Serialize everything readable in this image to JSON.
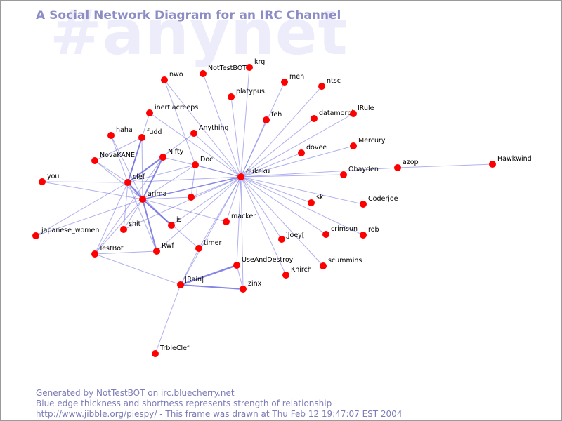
{
  "watermark": "#anynet",
  "title": "A Social Network Diagram for an IRC Channel",
  "footer": {
    "line1": "Generated by NotTestBOT on irc.bluecherry.net",
    "line2": "Blue edge thickness and shortness represents strength of relationship",
    "line3": "http://www.jibble.org/piespy/ - This frame was drawn at Thu Feb 12 19:47:07 EST 2004"
  },
  "colors": {
    "node": "#ff0000",
    "edge": "#7070e0",
    "title": "#8c8cc6",
    "watermark": "#ececfb"
  },
  "nodes": [
    "nwo",
    "NotTestBOT",
    "krg",
    "meh",
    "ntsc",
    "platypus",
    "inertiacreeps",
    "feh",
    "datamorph",
    "IRule",
    "haha",
    "fudd",
    "Anything",
    "Mercury",
    "dovee",
    "NovaKANE",
    "Nifty",
    "Doc",
    "Hawkwind",
    "azop",
    "dukeku",
    "Ohayden",
    "you",
    "clef",
    "i",
    "arima",
    "sk",
    "Coderjoe",
    "macker",
    "shit",
    "is",
    "crimsun",
    "rob",
    "japanese_women",
    "]Joey[",
    "timer",
    "TestBot",
    "Rwf",
    "UseAndDestroy",
    "scummins",
    "Knirch",
    "|Rain|",
    "zinx",
    "TrbleClef"
  ],
  "edges": [
    [
      "dukeku",
      "nwo",
      1
    ],
    [
      "dukeku",
      "NotTestBOT",
      1
    ],
    [
      "dukeku",
      "krg",
      1
    ],
    [
      "dukeku",
      "meh",
      1
    ],
    [
      "dukeku",
      "ntsc",
      1
    ],
    [
      "dukeku",
      "platypus",
      1
    ],
    [
      "dukeku",
      "feh",
      1
    ],
    [
      "dukeku",
      "datamorph",
      1
    ],
    [
      "dukeku",
      "IRule",
      1
    ],
    [
      "dukeku",
      "Anything",
      1
    ],
    [
      "dukeku",
      "Mercury",
      1
    ],
    [
      "dukeku",
      "dovee",
      1
    ],
    [
      "dukeku",
      "Doc",
      1
    ],
    [
      "dukeku",
      "Ohayden",
      1
    ],
    [
      "dukeku",
      "azop",
      1
    ],
    [
      "dukeku",
      "clef",
      1
    ],
    [
      "dukeku",
      "i",
      1
    ],
    [
      "dukeku",
      "arima",
      1.5
    ],
    [
      "dukeku",
      "sk",
      1
    ],
    [
      "dukeku",
      "Coderjoe",
      1
    ],
    [
      "dukeku",
      "macker",
      1
    ],
    [
      "dukeku",
      "crimsun",
      1
    ],
    [
      "dukeku",
      "rob",
      1
    ],
    [
      "dukeku",
      "]Joey[",
      1
    ],
    [
      "dukeku",
      "timer",
      1
    ],
    [
      "dukeku",
      "scummins",
      1
    ],
    [
      "dukeku",
      "Knirch",
      1
    ],
    [
      "dukeku",
      "UseAndDestroy",
      1
    ],
    [
      "dukeku",
      "zinx",
      1
    ],
    [
      "dukeku",
      "Nifty",
      1
    ],
    [
      "dukeku",
      "is",
      1
    ],
    [
      "dukeku",
      "inertiacreeps",
      1
    ],
    [
      "dukeku",
      "shit",
      1
    ],
    [
      "dukeku",
      "|Rain|",
      1
    ],
    [
      "dukeku",
      "Rwf",
      1
    ],
    [
      "azop",
      "Hawkwind",
      1
    ],
    [
      "clef",
      "arima",
      2
    ],
    [
      "clef",
      "Nifty",
      2
    ],
    [
      "clef",
      "fudd",
      2
    ],
    [
      "clef",
      "haha",
      1
    ],
    [
      "clef",
      "NovaKANE",
      1
    ],
    [
      "clef",
      "you",
      1
    ],
    [
      "clef",
      "inertiacreeps",
      1
    ],
    [
      "clef",
      "Doc",
      1
    ],
    [
      "clef",
      "Anything",
      1
    ],
    [
      "clef",
      "shit",
      1
    ],
    [
      "clef",
      "TestBot",
      1
    ],
    [
      "clef",
      "Rwf",
      1
    ],
    [
      "clef",
      "japanese_women",
      1
    ],
    [
      "clef",
      "is",
      1
    ],
    [
      "arima",
      "Nifty",
      2
    ],
    [
      "arima",
      "fudd",
      1
    ],
    [
      "arima",
      "NovaKANE",
      1
    ],
    [
      "arima",
      "you",
      1
    ],
    [
      "arima",
      "i",
      1
    ],
    [
      "arima",
      "shit",
      1
    ],
    [
      "arima",
      "is",
      2
    ],
    [
      "arima",
      "Rwf",
      2
    ],
    [
      "arima",
      "macker",
      1
    ],
    [
      "arima",
      "TestBot",
      1
    ],
    [
      "arima",
      "haha",
      1
    ],
    [
      "arima",
      "timer",
      1
    ],
    [
      "arima",
      "japanese_women",
      1
    ],
    [
      "arima",
      "Doc",
      1
    ],
    [
      "|Rain|",
      "UseAndDestroy",
      2.5
    ],
    [
      "|Rain|",
      "zinx",
      2
    ],
    [
      "UseAndDestroy",
      "zinx",
      1
    ],
    [
      "|Rain|",
      "TrbleClef",
      1
    ],
    [
      "|Rain|",
      "TestBot",
      1
    ],
    [
      "|Rain|",
      "timer",
      1
    ],
    [
      "TestBot",
      "Rwf",
      1
    ],
    [
      "TestBot",
      "Nifty",
      1
    ],
    [
      "fudd",
      "NovaKANE",
      1
    ],
    [
      "Doc",
      "i",
      1
    ],
    [
      "nwo",
      "Doc",
      1
    ]
  ]
}
